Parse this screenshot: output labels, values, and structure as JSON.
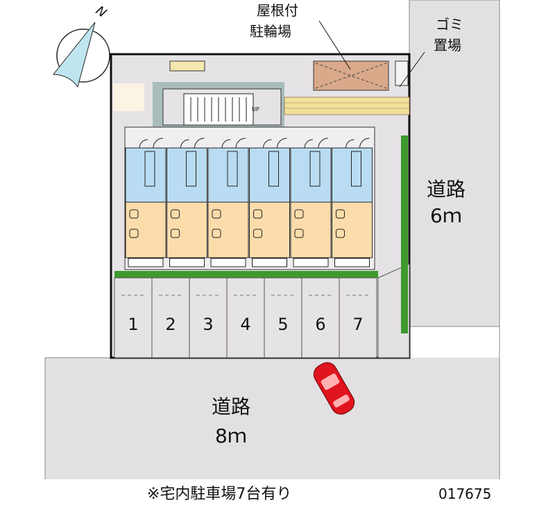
{
  "compass": {
    "north_label": "N"
  },
  "labels": {
    "bike_shelter_line1": "屋根付",
    "bike_shelter_line2": "駐輪場",
    "garbage_line1": "ゴミ",
    "garbage_line2": "置場",
    "right_road_name": "道路",
    "right_road_width": "6ｍ",
    "bottom_road_name": "道路",
    "bottom_road_width": "8ｍ",
    "stair_up": "UP"
  },
  "parking": {
    "spaces": [
      "1",
      "2",
      "3",
      "4",
      "5",
      "6",
      "7"
    ]
  },
  "building": {
    "unit_count": 6
  },
  "footer": {
    "note": "※宅内駐車場7台有り",
    "code": "017675"
  },
  "colors": {
    "road": "#e3e0e3",
    "unit_wet": "#b9dcf2",
    "unit_room": "#fbdcaa",
    "shelter": "#d9a98a",
    "hedge": "#3e9a2e",
    "car": "#e0141e",
    "compass": "#bfe6f0"
  }
}
